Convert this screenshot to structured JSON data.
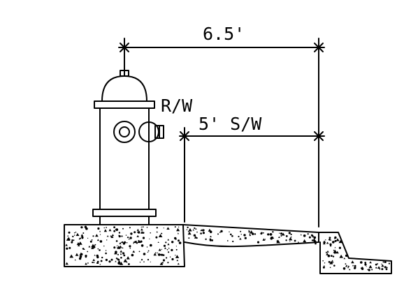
{
  "dimensions": {
    "overall_label": "6.5'",
    "right_of_way_label": "R/W",
    "sidewalk_label": "5' S/W"
  },
  "colors": {
    "ink": "#000000",
    "paper": "#ffffff"
  }
}
